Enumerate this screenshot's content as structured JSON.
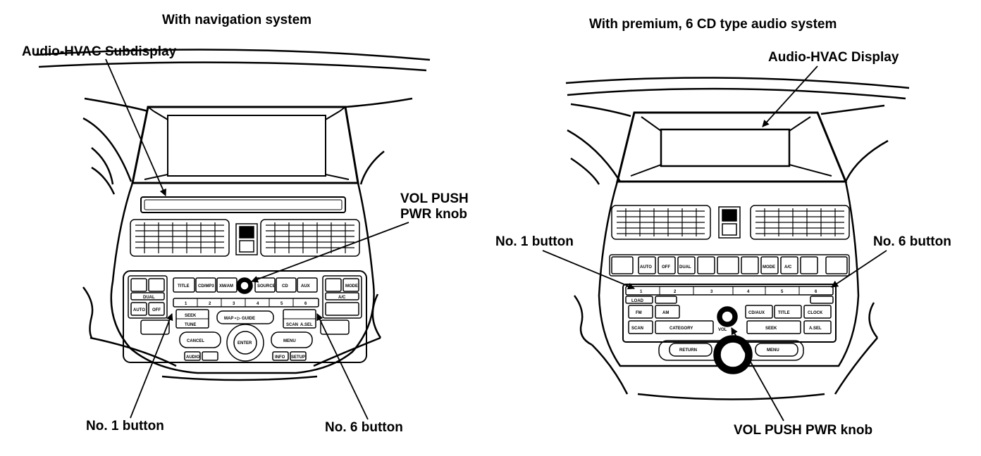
{
  "left_panel": {
    "title": "With navigation system",
    "callouts": {
      "subdisplay": "Audio-HVAC Subdisplay",
      "vol_line1": "VOL PUSH",
      "vol_line2": "PWR knob",
      "no1": "No. 1 button",
      "no6": "No. 6 button"
    },
    "buttons": {
      "title": "TITLE",
      "cd_mp3": "CD/MP3",
      "xm": "XM/AM",
      "source": "SOURCE",
      "cd": "CD",
      "aux": "AUX",
      "mode": "MODE",
      "dual": "DUAL",
      "auto": "AUTO",
      "off": "OFF",
      "ac": "A/C",
      "presets": [
        "1",
        "2",
        "3",
        "4",
        "5",
        "6"
      ],
      "map_guide": "MAP • ▷ GUIDE",
      "enter": "ENTER",
      "cancel": "CANCEL",
      "menu": "MENU",
      "seek": "SEEK",
      "tune": "TUNE",
      "scan": "SCAN",
      "a_sel": "A.SEL",
      "audio": "AUDIO",
      "info": "INFO",
      "setup": "SETUP"
    }
  },
  "right_panel": {
    "title": "With premium, 6 CD type audio system",
    "callouts": {
      "display": "Audio-HVAC Display",
      "no1": "No. 1 button",
      "no6": "No. 6 button",
      "vol": "VOL PUSH PWR knob"
    },
    "buttons": {
      "auto": "AUTO",
      "off": "OFF",
      "dual": "DUAL",
      "mode": "MODE",
      "ac": "A/C",
      "presets": [
        "1",
        "2",
        "3",
        "4",
        "5",
        "6"
      ],
      "fm": "FM",
      "am": "AM",
      "cd_aux": "CD/AUX",
      "title": "TITLE",
      "clock": "CLOCK",
      "scan": "SCAN",
      "category": "CATEGORY",
      "vol": "VOL",
      "seek": "SEEK",
      "a_sel": "A.SEL",
      "load": "LOAD",
      "return": "RETURN",
      "menu": "MENU"
    }
  }
}
